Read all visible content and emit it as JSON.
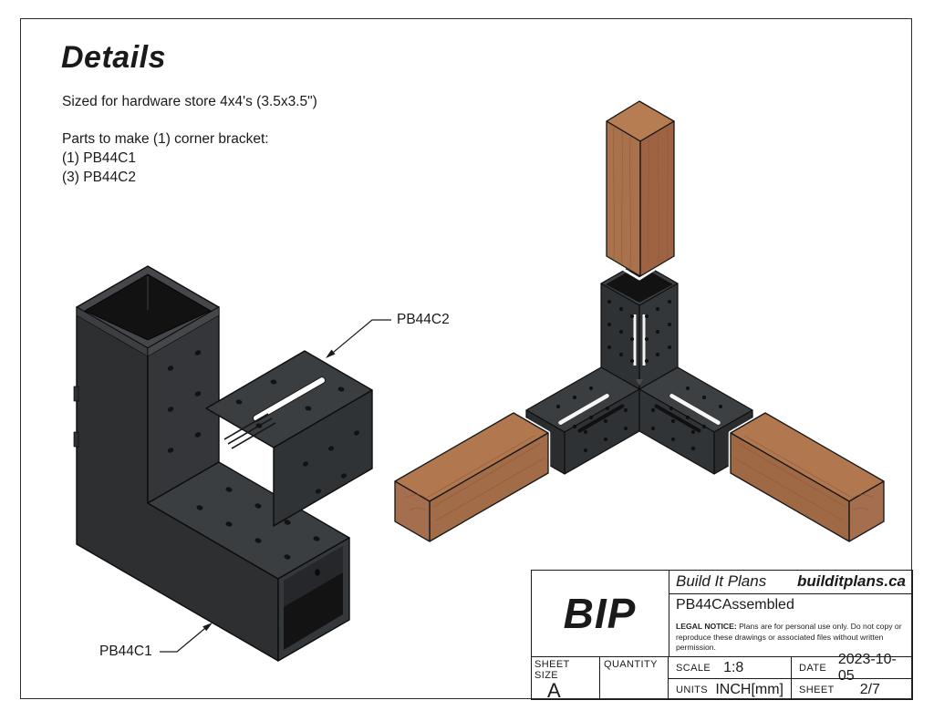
{
  "header": {
    "title": "Details"
  },
  "notes": {
    "sizing": "Sized for hardware store 4x4's (3.5x3.5\")",
    "parts_intro": "Parts to make (1) corner bracket:",
    "part1": "(1) PB44C1",
    "part2": "(3) PB44C2"
  },
  "labels": {
    "part_c2": "PB44C2",
    "part_c1": "PB44C1"
  },
  "title_block": {
    "logo": "BIP",
    "company": "Build It Plans",
    "website": "builditplans.ca",
    "drawing_title": "PB44CAssembled",
    "legal_label": "LEGAL NOTICE:",
    "legal_line1": " Plans are for personal use only. Do not copy or",
    "legal_line2": "reproduce these drawings or associated files without written permission.",
    "sheet_size_label": "SHEET SIZE",
    "sheet_size_value": "A",
    "quantity_label": "QUANTITY",
    "quantity_value": "",
    "scale_label": "SCALE",
    "scale_value": "1:8",
    "units_label": "UNITS",
    "units_value": "INCH[mm]",
    "date_label": "DATE",
    "date_value": "2023-10-05",
    "sheet_label": "SHEET",
    "sheet_value": "2/7"
  },
  "colors": {
    "metal_dark": "#2d2f31",
    "metal_mid": "#343639",
    "metal_top": "#3b3e41",
    "interior": "#131314",
    "wood_top": "#b1784f",
    "wood_side": "#a26c48",
    "wood_end": "#a56e4e",
    "slot_white": "#f7f7f7"
  }
}
